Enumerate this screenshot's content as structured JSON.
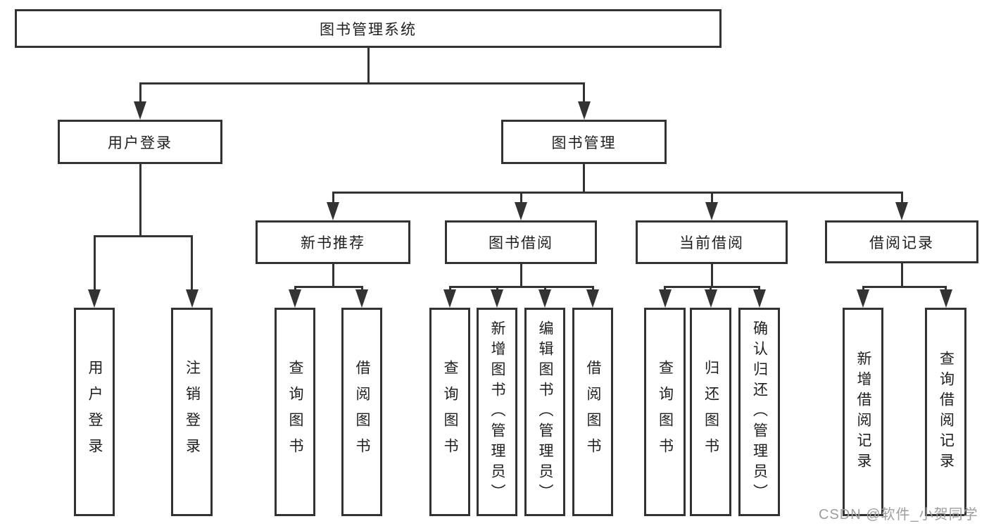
{
  "diagram_title": "图书管理系统",
  "nodes": [
    {
      "id": "root",
      "label": "图书管理系统",
      "parent": null
    },
    {
      "id": "user-login",
      "label": "用户登录",
      "parent": "root"
    },
    {
      "id": "book-mgmt",
      "label": "图书管理",
      "parent": "root"
    },
    {
      "id": "new-book-rec",
      "label": "新书推荐",
      "parent": "book-mgmt"
    },
    {
      "id": "book-borrow",
      "label": "图书借阅",
      "parent": "book-mgmt"
    },
    {
      "id": "current-borrow",
      "label": "当前借阅",
      "parent": "book-mgmt"
    },
    {
      "id": "borrow-records",
      "label": "借阅记录",
      "parent": "book-mgmt"
    },
    {
      "id": "leaf-user-login",
      "label": "用户登录",
      "parent": "user-login"
    },
    {
      "id": "leaf-logout",
      "label": "注销登录",
      "parent": "user-login"
    },
    {
      "id": "leaf-query-book-1",
      "label": "查询图书",
      "parent": "new-book-rec"
    },
    {
      "id": "leaf-borrow-book-1",
      "label": "借阅图书",
      "parent": "new-book-rec"
    },
    {
      "id": "leaf-query-book-2",
      "label": "查询图书",
      "parent": "book-borrow"
    },
    {
      "id": "leaf-add-book",
      "label": "新增图书（管理员）",
      "parent": "book-borrow"
    },
    {
      "id": "leaf-edit-book",
      "label": "编辑图书（管理员）",
      "parent": "book-borrow"
    },
    {
      "id": "leaf-borrow-book-2",
      "label": "借阅图书",
      "parent": "book-borrow"
    },
    {
      "id": "leaf-query-book-3",
      "label": "查询图书",
      "parent": "current-borrow"
    },
    {
      "id": "leaf-return-book",
      "label": "归还图书",
      "parent": "current-borrow"
    },
    {
      "id": "leaf-confirm-return",
      "label": "确认归还（管理员）",
      "parent": "current-borrow"
    },
    {
      "id": "leaf-add-record",
      "label": "新增借阅记录",
      "parent": "borrow-records"
    },
    {
      "id": "leaf-query-record",
      "label": "查询借阅记录",
      "parent": "borrow-records"
    }
  ],
  "watermark": "CSDN @软件_小贺同学",
  "colors": {
    "line": "#333333",
    "text": "#1f1f1f",
    "box_fill": "#ffffff",
    "background": "#ffffff",
    "watermark": "#9e9e9e"
  }
}
